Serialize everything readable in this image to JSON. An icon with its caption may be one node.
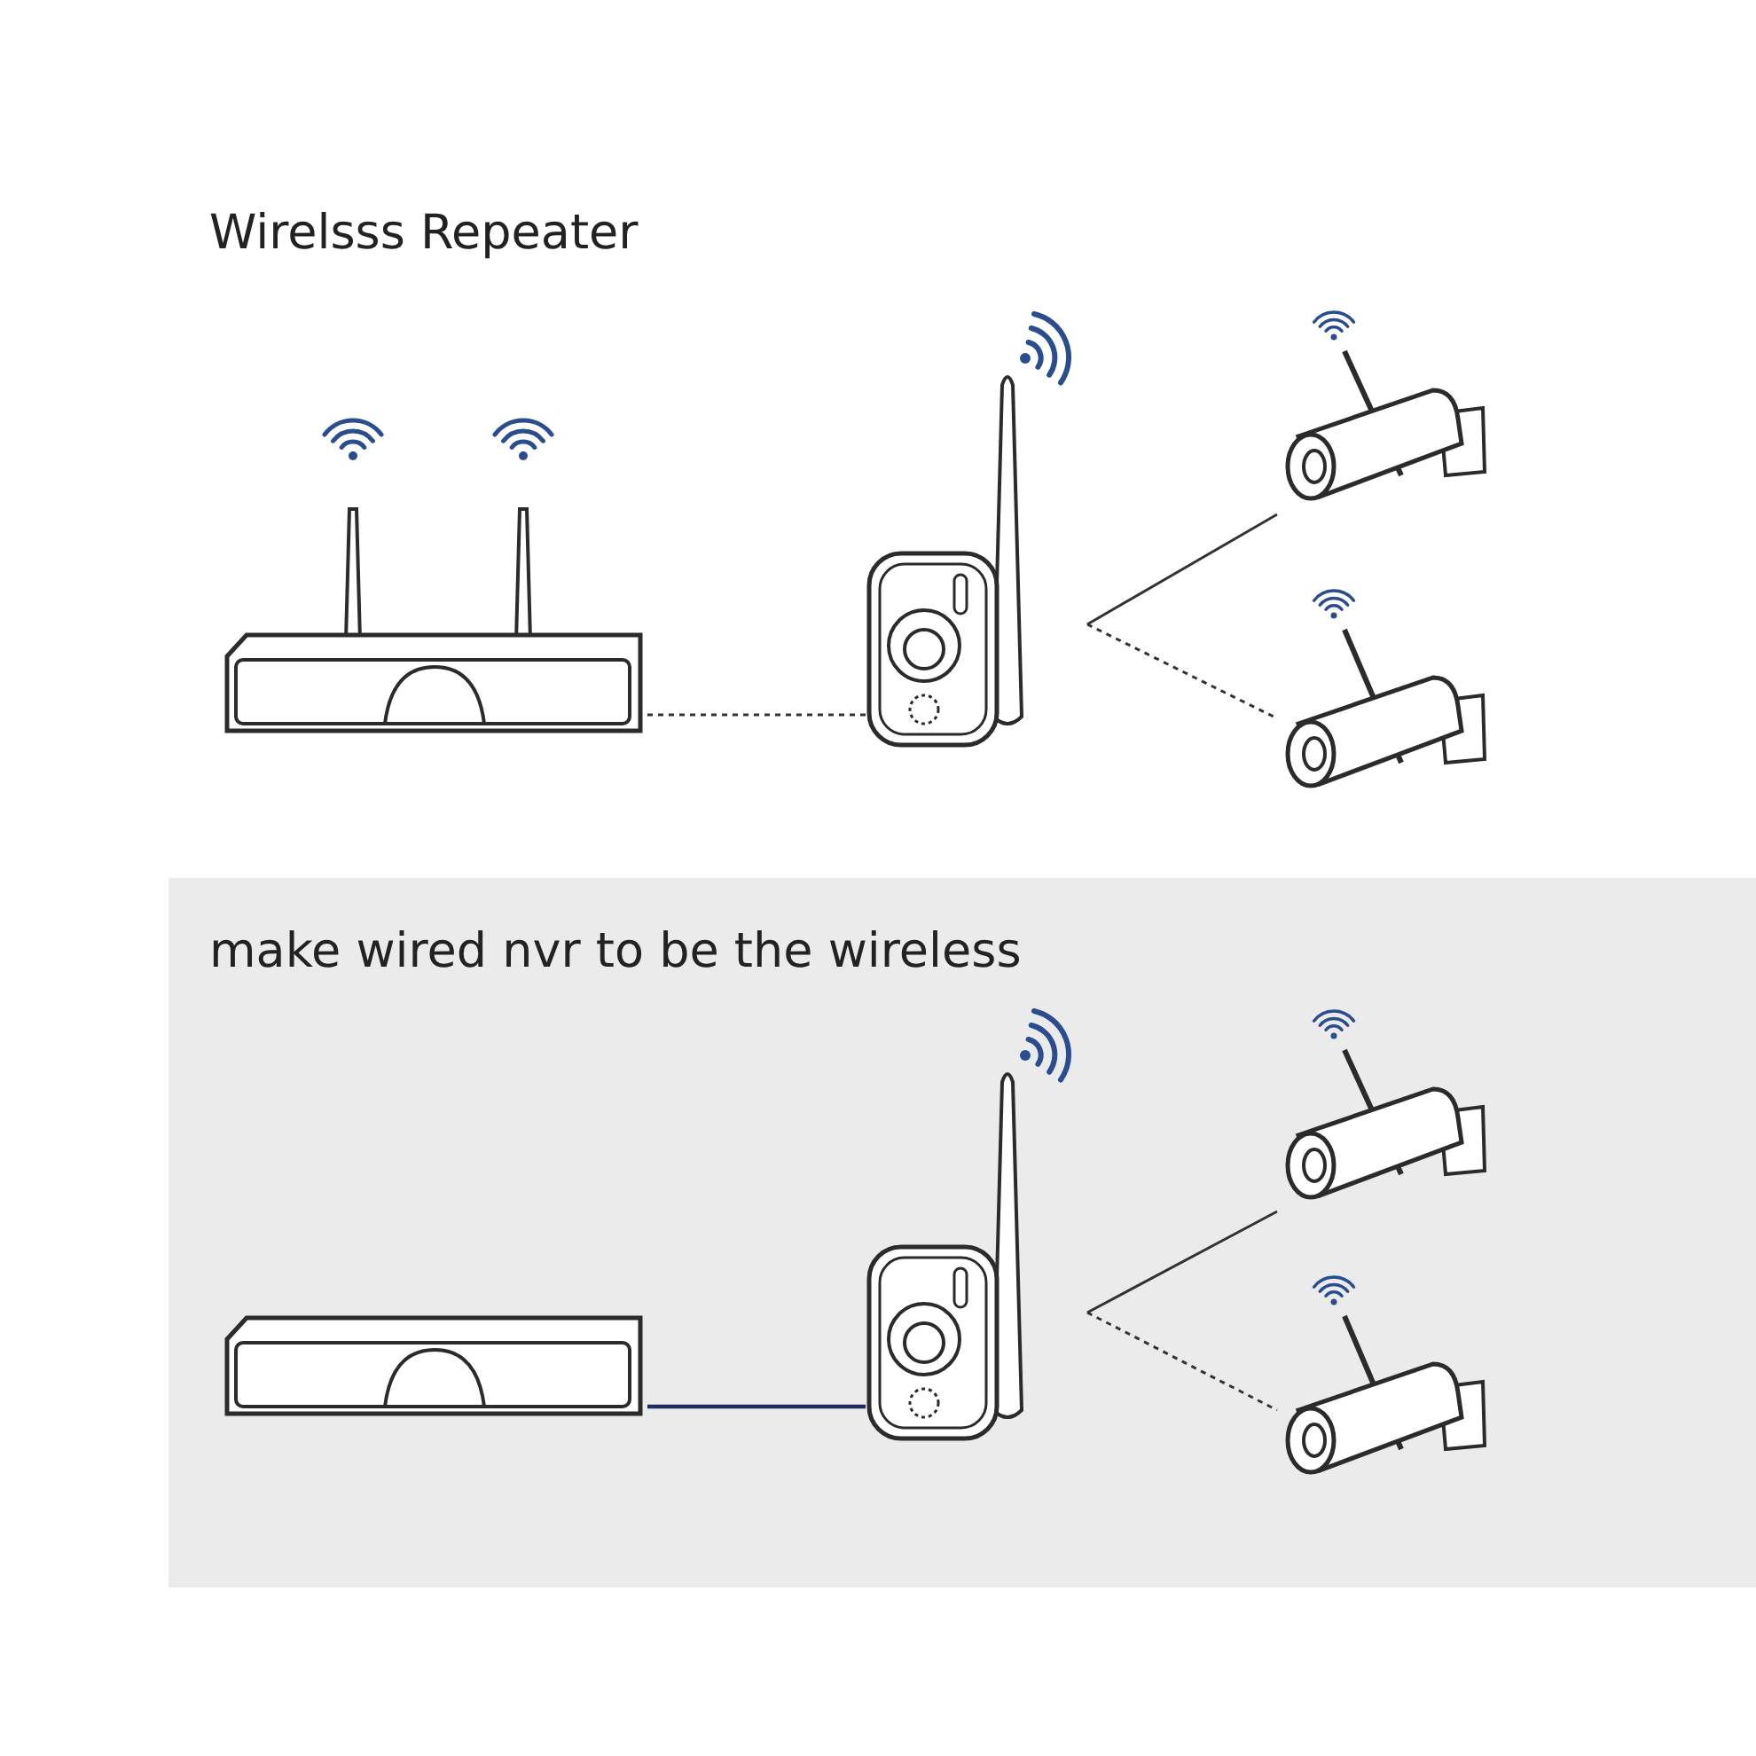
{
  "diagram": {
    "title": "Wirelsss Repeater",
    "nodes": [
      {
        "text": [],
        "shape": "picture"
      },
      {
        "text": [],
        "shape": "picture"
      },
      {
        "text": [],
        "shape": "picture"
      },
      {
        "text": [],
        "shape": "picture"
      },
      {
        "text": [
          "make wired nvr to be the wireless"
        ]
      },
      {
        "text": [],
        "shape": "picture",
        "in": 4
      },
      {
        "text": [],
        "shape": "picture",
        "in": 4
      },
      {
        "text": [],
        "shape": "picture",
        "in": 4
      },
      {
        "text": [],
        "shape": "picture",
        "in": 4
      }
    ],
    "edges": [
      {
        "from": 0,
        "to": 1,
        "arrow": "none",
        "style": "dashed"
      },
      {
        "from": 1,
        "to": 2,
        "arrow": "none"
      },
      {
        "from": 1,
        "to": 3,
        "arrow": "none",
        "style": "dashed"
      },
      {
        "from": 5,
        "to": 6,
        "arrow": "none",
        "color": "#1c2c5c"
      },
      {
        "from": 6,
        "to": 7,
        "arrow": "none"
      },
      {
        "from": 6,
        "to": 8,
        "arrow": "none",
        "style": "dashed"
      }
    ]
  }
}
